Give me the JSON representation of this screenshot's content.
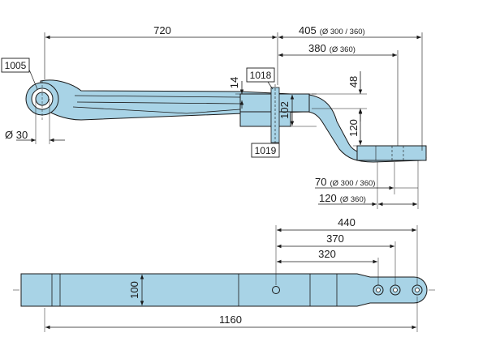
{
  "part_numbers": {
    "eye_bush": "1005",
    "top_plate": "1018",
    "bottom_plate": "1019"
  },
  "side_view": {
    "dim_720": "720",
    "dim_405": "405",
    "dim_405_note": "(Ø 300 / 360)",
    "dim_380": "380",
    "dim_380_note": "(Ø 360)",
    "dim_14": "14",
    "dim_48": "48",
    "dim_102": "102",
    "dim_120v": "120",
    "dim_eye": "Ø 30",
    "dim_70": "70",
    "dim_70_note": "(Ø 300 / 360)",
    "dim_120h": "120",
    "dim_120h_note": "(Ø 360)"
  },
  "top_view": {
    "dim_440": "440",
    "dim_370": "370",
    "dim_320": "320",
    "dim_100": "100",
    "dim_1160": "1160"
  },
  "colors": {
    "part_fill": "#a8d3e6",
    "outline": "#1a1a1a",
    "callout_border": "#1a1a1a"
  }
}
